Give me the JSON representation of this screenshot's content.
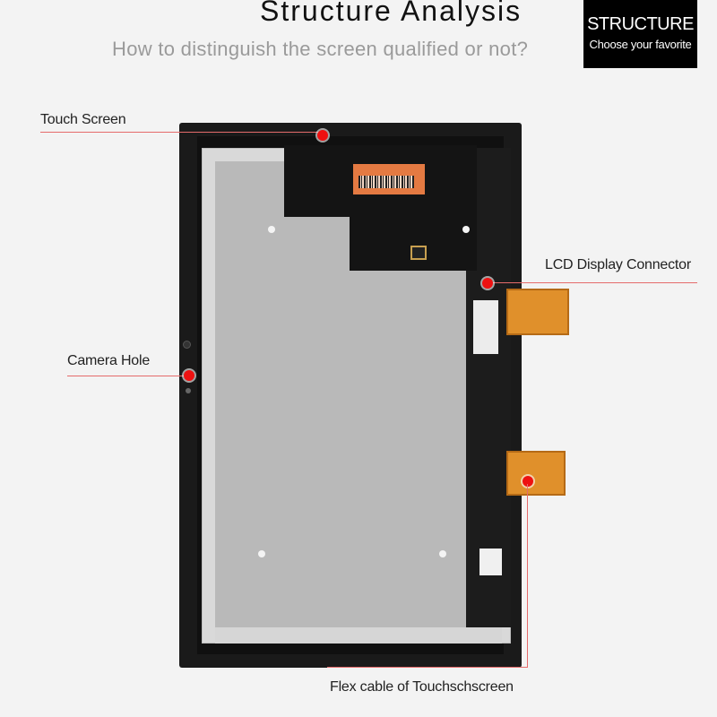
{
  "header": {
    "title": "Structure Analysis",
    "subtitle": "How to distinguish the screen qualified or not?"
  },
  "badge": {
    "title": "STRUCTURE",
    "subtitle": "Choose your favorite"
  },
  "callouts": {
    "touch_screen": "Touch Screen",
    "lcd_connector": "LCD Display Connector",
    "camera_hole": "Camera Hole",
    "flex_cable": "Flex cable of Touchschscreen"
  },
  "colors": {
    "marker": "#ee1111",
    "leader_line": "#e56b6b",
    "flex_cable": "#e0902b",
    "background": "#f3f3f3"
  }
}
